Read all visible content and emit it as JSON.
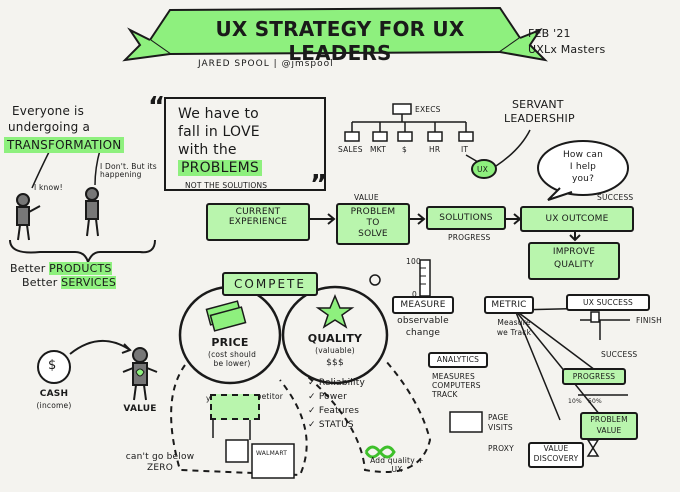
{
  "banner": {
    "title": "UX STRATEGY FOR UX LEADERS",
    "byline": "JARED SPOOL | @jmspool",
    "date": "FEB '21",
    "event": "UXLx Masters"
  },
  "left": {
    "intro1": "Everyone is",
    "intro2": "undergoing a",
    "transformation": "TRANSFORMATION",
    "speech_know": "I know!",
    "speech_dont": "I Don't. But its happening",
    "better1_prefix": "Better",
    "better1_word": "PRODUCTS",
    "better2_prefix": "Better",
    "better2_word": "SERVICES"
  },
  "quote": {
    "line1": "We have to",
    "line2": "fall in LOVE",
    "line3": "with the",
    "line4": "PROBLEMS",
    "line5": "NOT THE SOLUTIONS"
  },
  "org": {
    "execs": "EXECS",
    "children": [
      "SALES",
      "MKT",
      "$",
      "HR",
      "IT"
    ],
    "ux": "UX",
    "servant1": "SERVANT",
    "servant2": "LEADERSHIP",
    "help1": "How can",
    "help2": "I help",
    "help3": "you?"
  },
  "flow": {
    "current1": "CURRENT",
    "current2": "EXPERIENCE",
    "value_label": "VALUE",
    "problem1": "PROBLEM",
    "problem2": "TO",
    "problem3": "SOLVE",
    "solutions": "SOLUTIONS",
    "progress_label": "PROGRESS",
    "success_label": "SUCCESS",
    "outcome": "UX OUTCOME",
    "improve1": "IMPROVE",
    "improve2": "QUALITY"
  },
  "compete": {
    "title": "COMPETE",
    "price": "PRICE",
    "price_sub": "(cost should be lower)",
    "quality": "QUALITY",
    "quality_sub": "(valuable)",
    "dollars": "$$$",
    "checks": [
      "Reliability",
      "Power",
      "Features",
      "STATUS"
    ],
    "add_quality": "Add quality + UX",
    "you": "you",
    "competitor": "competitor",
    "cant_go": "can't go below ZERO",
    "walmart": "WALMART",
    "cash": "CASH",
    "cash_sub": "(income)",
    "value": "VALUE",
    "dollar_symbol": "$"
  },
  "metrics": {
    "gauge_top": "100",
    "gauge_bottom": "0",
    "measure": "MEASURE",
    "observable1": "observable",
    "observable2": "change",
    "analytics": "ANALYTICS",
    "measures1": "MEASURES",
    "measures2": "COMPUTERS",
    "measures3": "TRACK",
    "page_visits1": "PAGE",
    "page_visits2": "VISITS",
    "proxy": "PROXY",
    "metric": "METRIC",
    "measure_we1": "Measure",
    "measure_we2": "we Track",
    "ux_success": "UX SUCCESS",
    "finish": "FINISH",
    "success": "SUCCESS",
    "progress": "PROGRESS",
    "pct1": "10%",
    "pct2": "50%",
    "problem_value1": "PROBLEM",
    "problem_value2": "VALUE",
    "value_discovery1": "VALUE",
    "value_discovery2": "DISCOVERY"
  }
}
